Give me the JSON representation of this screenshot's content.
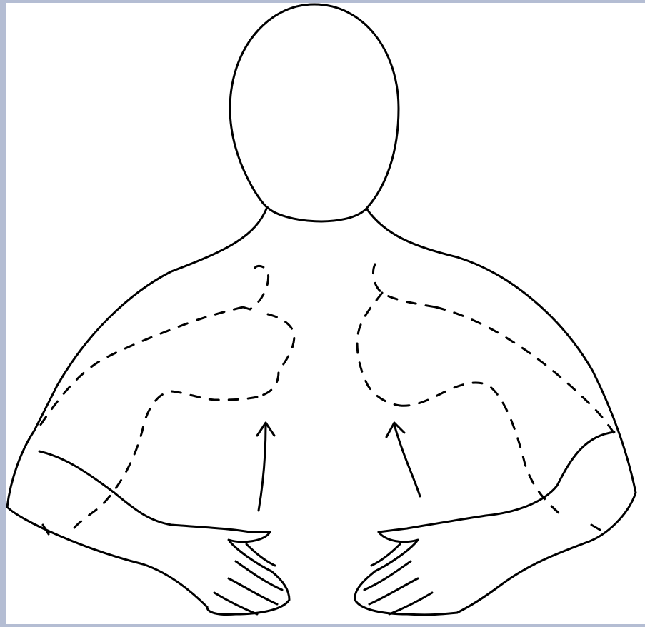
{
  "figure": {
    "background_color": "#b4bdd3",
    "canvas_color": "#ffffff",
    "line_color": "#000000",
    "parts": {
      "head": "head-outline",
      "neck": "neck",
      "shoulders": "shoulders",
      "arms": [
        "left-arm",
        "right-arm"
      ],
      "hands": [
        "left-hand",
        "right-hand"
      ],
      "breast_outlines": [
        "left-breast-dashed-outline",
        "right-breast-dashed-outline"
      ],
      "arrows": [
        "left-upward-arrow",
        "right-upward-arrow"
      ]
    }
  }
}
